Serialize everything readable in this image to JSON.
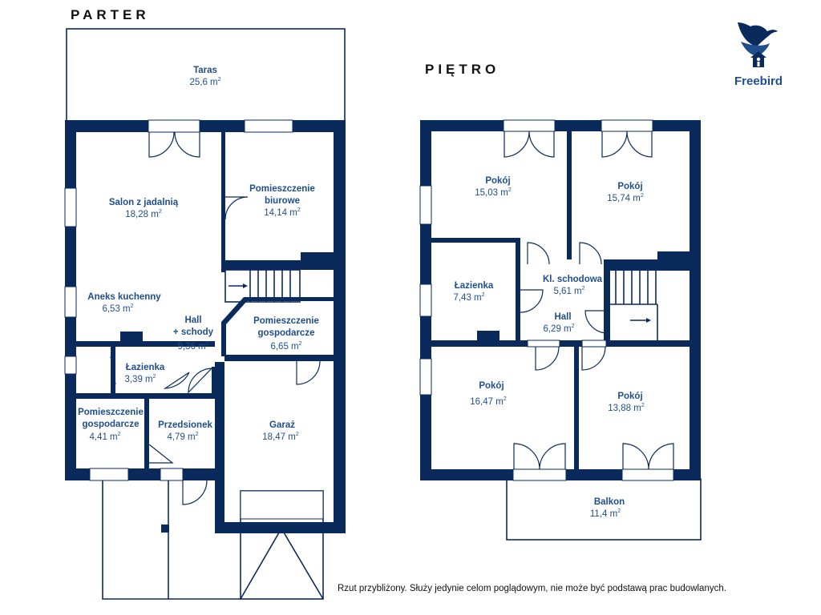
{
  "floors": {
    "ground": {
      "title": "PARTER"
    },
    "upper": {
      "title": "PIĘTRO"
    }
  },
  "brand": {
    "name": "Freebird",
    "logo_icon": "bird-house-icon"
  },
  "disclaimer": "Rzut przybliżony. Służy jedynie celom poglądowym, nie może być podstawą prac budowlanych.",
  "area_unit": "m",
  "area_exponent": "2",
  "rooms_ground": [
    {
      "id": "taras",
      "name": "Taras",
      "area": "25,6"
    },
    {
      "id": "salon",
      "name": "Salon z jadalnią",
      "area": "18,28"
    },
    {
      "id": "biuro",
      "name": [
        "Pomieszczenie",
        "biurowe"
      ],
      "area": "14,14"
    },
    {
      "id": "aneks",
      "name": "Aneks kuchenny",
      "area": "6,53"
    },
    {
      "id": "hall",
      "name": [
        "Hall",
        "+ schody"
      ],
      "area": "9,36"
    },
    {
      "id": "gosp1",
      "name": [
        "Pomieszczenie",
        "gospodarcze"
      ],
      "area": "6,65"
    },
    {
      "id": "lazienka1",
      "name": "Łazienka",
      "area": "3,39"
    },
    {
      "id": "gosp2",
      "name": [
        "Pomieszczenie",
        "gospodarcze"
      ],
      "area": "4,41"
    },
    {
      "id": "przedsionek",
      "name": "Przedsionek",
      "area": "4,79"
    },
    {
      "id": "garaz",
      "name": "Garaż",
      "area": "18,47"
    }
  ],
  "rooms_upper": [
    {
      "id": "pokoj1",
      "name": "Pokój",
      "area": "15,03"
    },
    {
      "id": "pokoj2",
      "name": "Pokój",
      "area": "15,74"
    },
    {
      "id": "lazienka2",
      "name": "Łazienka",
      "area": "7,43"
    },
    {
      "id": "klatka",
      "name": "Kl. schodowa",
      "area": "5,61"
    },
    {
      "id": "hall2",
      "name": "Hall",
      "area": "6,29"
    },
    {
      "id": "pokoj3",
      "name": "Pokój",
      "area": "16,47"
    },
    {
      "id": "pokoj4",
      "name": "Pokój",
      "area": "13,88"
    },
    {
      "id": "balkon",
      "name": "Balkon",
      "area": "11,4"
    }
  ]
}
